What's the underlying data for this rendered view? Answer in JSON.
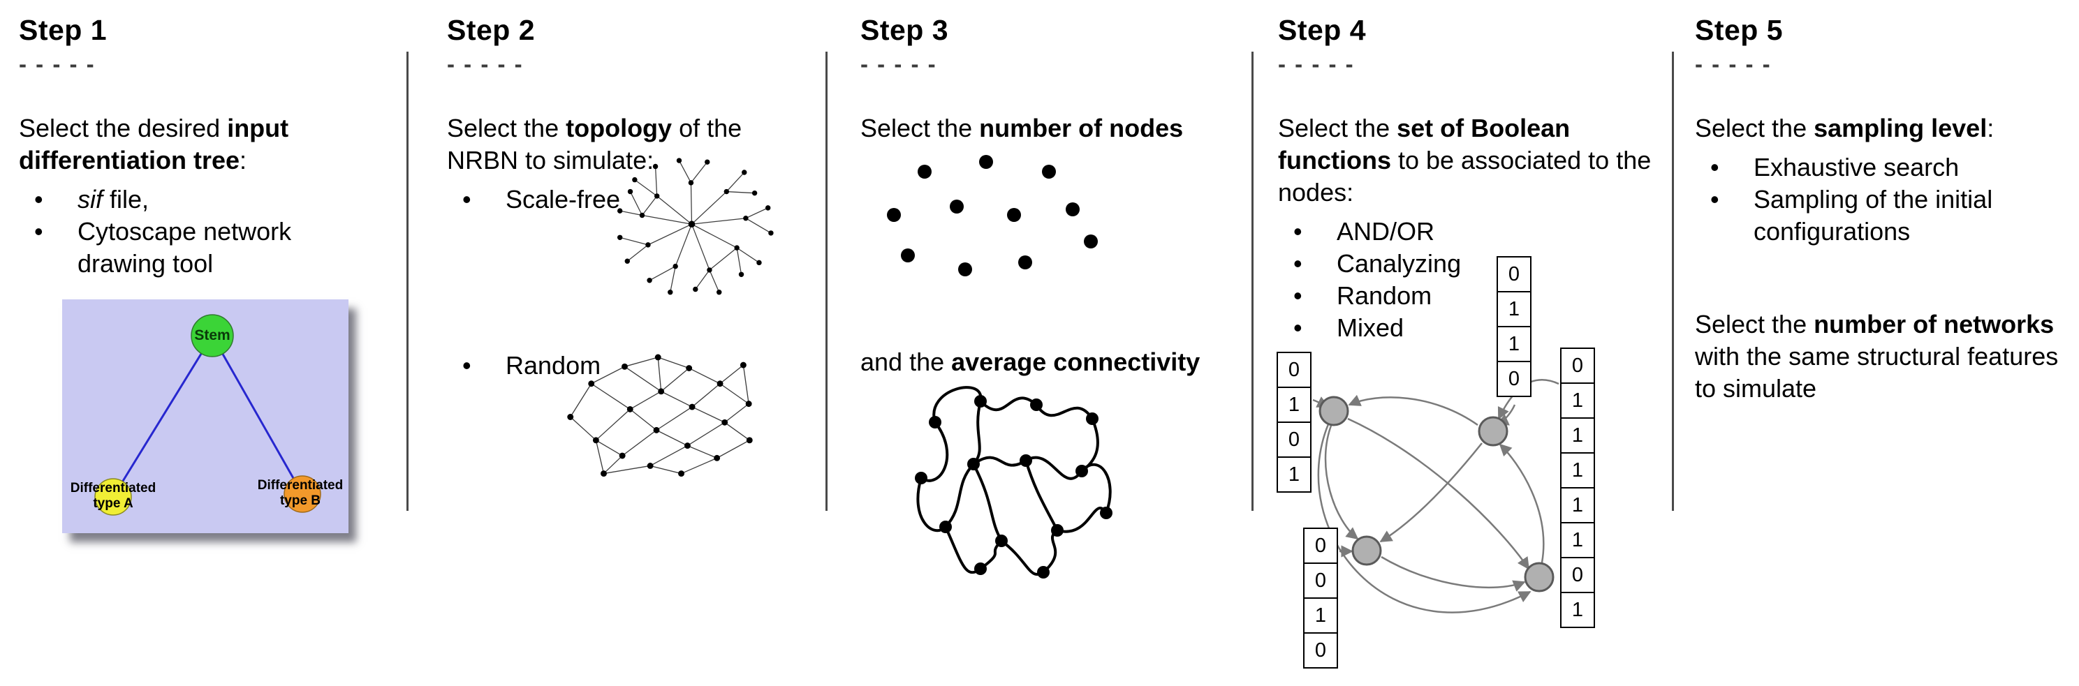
{
  "figure": {
    "colors": {
      "tree_bg": "#c9c9f2",
      "stem_green": "#3bd437",
      "type_a_yellow": "#f0ee35",
      "type_b_orange": "#f2992b",
      "edge_blue": "#2727cf",
      "node_gray": "#b0b0b0",
      "arrow_gray": "#7a7a7a"
    }
  },
  "steps": [
    {
      "title": "Step 1",
      "dashes": "- - - - -",
      "intro": [
        {
          "t": "Select the desired "
        },
        {
          "t": "input differentiation tree",
          "b": true
        },
        {
          "t": ":"
        }
      ],
      "bullets": [
        {
          "segs": [
            {
              "t": "sif",
              "i": true
            },
            {
              "t": " file,"
            }
          ]
        },
        {
          "segs": [
            {
              "t": "Cytoscape network drawing tool"
            }
          ]
        }
      ],
      "tree": {
        "stem": "Stem",
        "type_a": "Differentiated\ntype A",
        "type_b": "Differentiated\ntype B"
      }
    },
    {
      "title": "Step 2",
      "dashes": "- - - - -",
      "intro": [
        {
          "t": "Select the "
        },
        {
          "t": "topology",
          "b": true
        },
        {
          "t": " of the NRBN to simulate:"
        }
      ],
      "bullets": [
        {
          "segs": [
            {
              "t": "Scale-free"
            }
          ]
        },
        {
          "segs": [
            {
              "t": "Random"
            }
          ]
        }
      ]
    },
    {
      "title": "Step 3",
      "dashes": "- - - - -",
      "intro": [
        {
          "t": "Select the "
        },
        {
          "t": "number of nodes",
          "b": true
        }
      ],
      "second": [
        {
          "t": "and the "
        },
        {
          "t": "average connectivity",
          "b": true
        }
      ]
    },
    {
      "title": "Step 4",
      "dashes": "- - - - -",
      "intro": [
        {
          "t": "Select the "
        },
        {
          "t": "set of Boolean functions",
          "b": true
        },
        {
          "t": " to be associated to the nodes:"
        }
      ],
      "bullets": [
        {
          "segs": [
            {
              "t": "AND/OR"
            }
          ]
        },
        {
          "segs": [
            {
              "t": "Canalyzing"
            }
          ]
        },
        {
          "segs": [
            {
              "t": "Random"
            }
          ]
        },
        {
          "segs": [
            {
              "t": "Mixed"
            }
          ]
        }
      ],
      "tables": {
        "left": [
          "0",
          "1",
          "0",
          "1"
        ],
        "top": [
          "0",
          "1",
          "1",
          "0"
        ],
        "bottom": [
          "0",
          "0",
          "1",
          "0"
        ],
        "right": [
          "0",
          "1",
          "1",
          "1",
          "1",
          "1",
          "0",
          "1"
        ]
      }
    },
    {
      "title": "Step 5",
      "dashes": "- - - - -",
      "intro": [
        {
          "t": "Select the "
        },
        {
          "t": "sampling level",
          "b": true
        },
        {
          "t": ":"
        }
      ],
      "bullets": [
        {
          "segs": [
            {
              "t": "Exhaustive search"
            }
          ]
        },
        {
          "segs": [
            {
              "t": "Sampling of the initial configurations"
            }
          ]
        }
      ],
      "second": [
        {
          "t": "Select the "
        },
        {
          "t": "number of networks",
          "b": true
        },
        {
          "t": " with the same structural features to simulate"
        }
      ]
    }
  ]
}
